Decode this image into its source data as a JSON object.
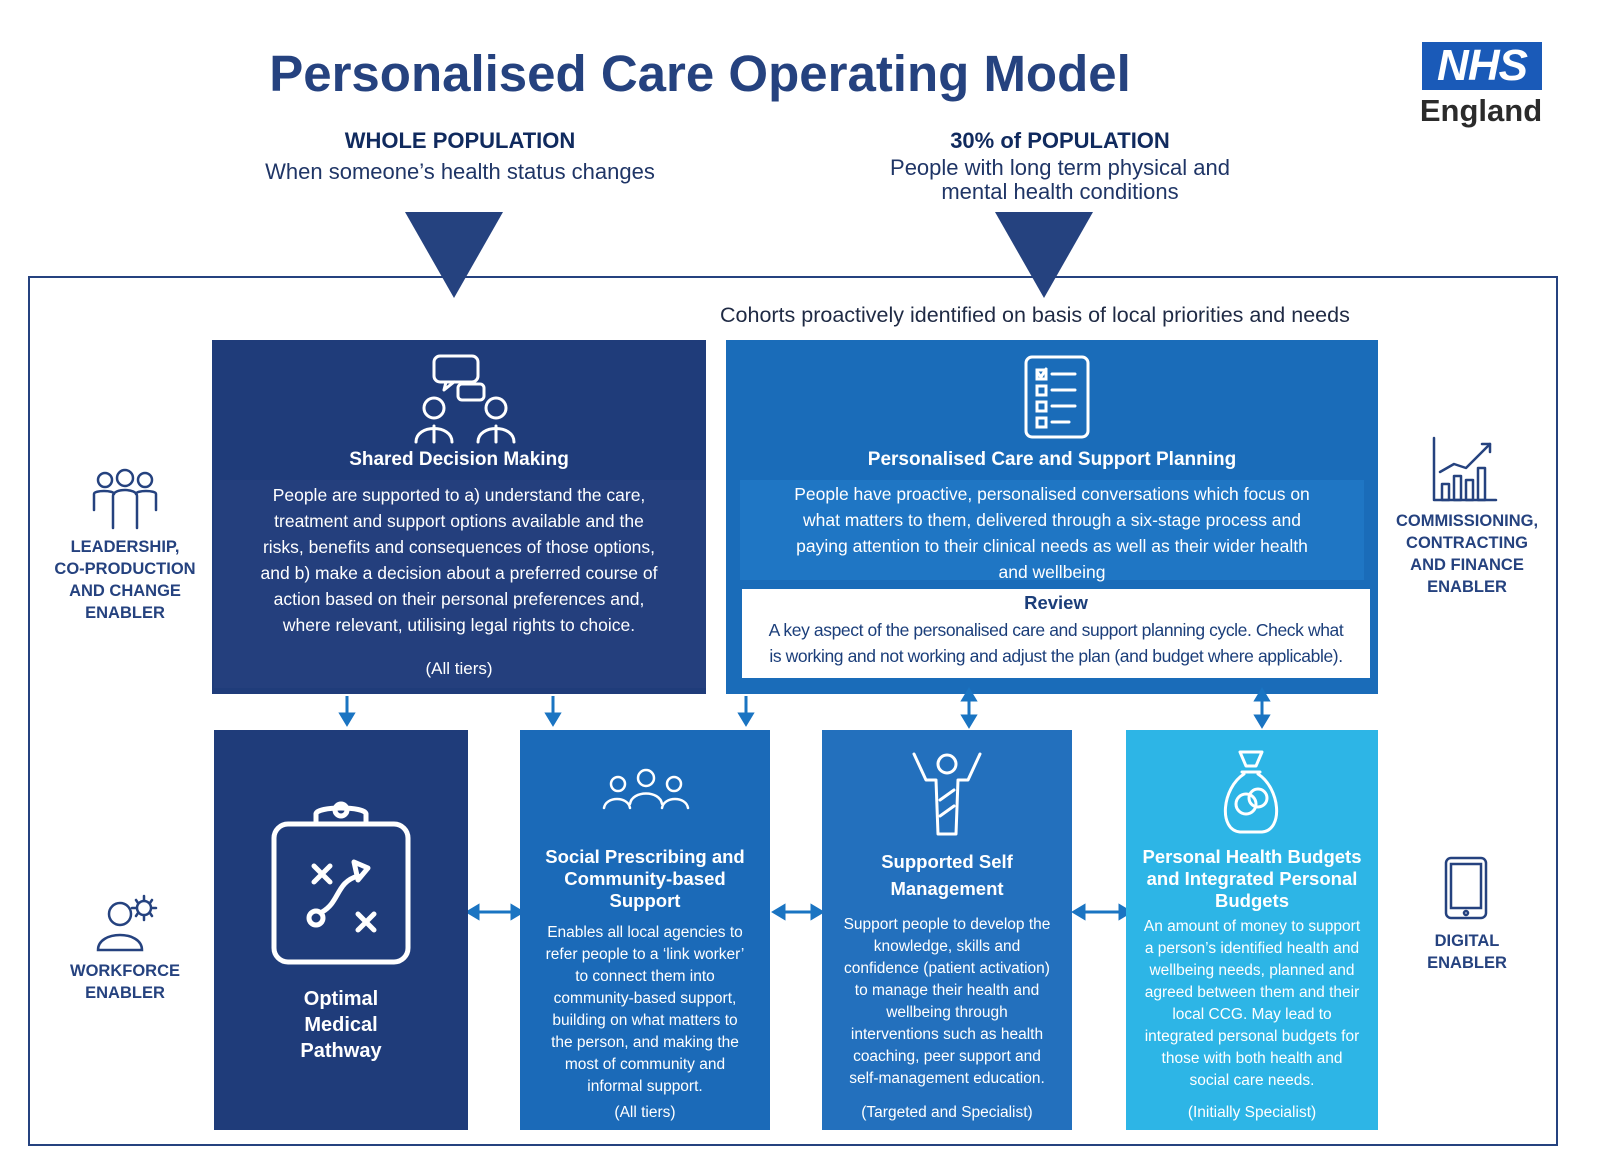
{
  "header": {
    "title": "Personalised Care Operating Model",
    "logo": {
      "mark": "NHS",
      "name": "England"
    }
  },
  "population": {
    "left": {
      "heading": "WHOLE POPULATION",
      "subtitle": "When someone’s health status changes"
    },
    "right": {
      "heading": "30% of POPULATION",
      "subtitle_line1": "People with long term physical and",
      "subtitle_line2": "mental health conditions"
    }
  },
  "cohorts_note": "Cohorts proactively identified on basis of local priorities and needs",
  "shared_decision": {
    "title": "Shared Decision Making",
    "lines": [
      "People are supported to a) understand the care,",
      "treatment and support options available and the",
      "risks, benefits and consequences of those options,",
      "and b) make a decision about a preferred course of",
      "action based on their personal preferences and,",
      "where relevant, utilising legal rights to choice."
    ],
    "tier": "(All tiers)",
    "icon": "people-conversation-icon"
  },
  "care_planning": {
    "title": "Personalised Care and Support Planning",
    "lines": [
      "People have proactive, personalised conversations which focus on",
      "what matters to them, delivered through a six-stage process and",
      "paying attention to their clinical needs as well as their wider health",
      "and wellbeing"
    ],
    "review": {
      "title": "Review",
      "line1": "A key aspect of the personalised care and support planning cycle. Check what",
      "line2": "is working and not working and adjust the plan (and budget where applicable)."
    },
    "icon": "checklist-icon"
  },
  "columns": [
    {
      "title_lines": [
        "Optimal",
        "Medical",
        "Pathway"
      ],
      "icon": "clipboard-strategy-icon"
    },
    {
      "title_lines": [
        "Social Prescribing and",
        "Community-based",
        "Support"
      ],
      "lines": [
        "Enables all local agencies to",
        "refer people to a ‘link worker’",
        "to connect them into",
        "community-based support,",
        "building on what matters to",
        "the person, and making the",
        "most of community and",
        "informal support."
      ],
      "tier": "(All tiers)",
      "icon": "community-group-icon"
    },
    {
      "title_lines": [
        "Supported Self",
        "Management"
      ],
      "lines": [
        "Support people to develop the",
        "knowledge, skills and",
        "confidence (patient activation)",
        "to manage their health and",
        "wellbeing through",
        "interventions such as health",
        "coaching, peer support and",
        "self-management education."
      ],
      "tier": "(Targeted and Specialist)",
      "icon": "person-arms-raised-icon"
    },
    {
      "title_lines": [
        "Personal Health Budgets",
        "and Integrated Personal",
        "Budgets"
      ],
      "lines": [
        "An amount of money to support",
        "a person’s identified health and",
        "wellbeing needs, planned and",
        "agreed between them and their",
        "local CCG. May lead to",
        "integrated personal budgets for",
        "those with both health and",
        "social care needs."
      ],
      "tier": "(Initially Specialist)",
      "icon": "money-bag-icon"
    }
  ],
  "enablers": {
    "leadership": {
      "lines": [
        "LEADERSHIP,",
        "CO-PRODUCTION",
        "AND CHANGE",
        "ENABLER"
      ],
      "icon": "people-group-icon"
    },
    "workforce": {
      "lines": [
        "WORKFORCE",
        "ENABLER"
      ],
      "icon": "person-gear-icon"
    },
    "commissioning": {
      "lines": [
        "COMMISSIONING,",
        "CONTRACTING",
        "AND FINANCE",
        "ENABLER"
      ],
      "icon": "bar-chart-growth-icon"
    },
    "digital": {
      "lines": [
        "DIGITAL",
        "ENABLER"
      ],
      "icon": "tablet-icon"
    }
  },
  "colors": {
    "navy": "#25427f",
    "dark_panel": "#1f3c7a",
    "mid_blue": "#2370bd",
    "blue": "#1a74c2",
    "light_blue": "#2db5e6"
  }
}
